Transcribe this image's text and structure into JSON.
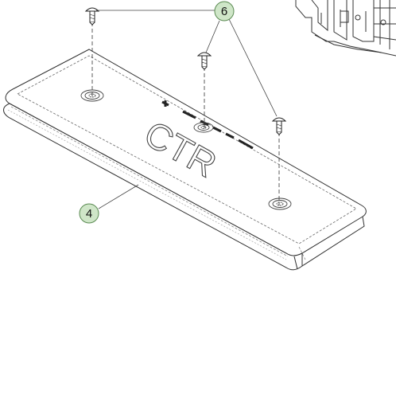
{
  "callouts": {
    "screw": {
      "number": "6",
      "fill": "#cfe6c8",
      "stroke": "#5a8a52"
    },
    "plate": {
      "number": "4",
      "fill": "#cfe6c8",
      "stroke": "#5a8a52"
    }
  },
  "plate": {
    "embossed_text": "CTR"
  }
}
